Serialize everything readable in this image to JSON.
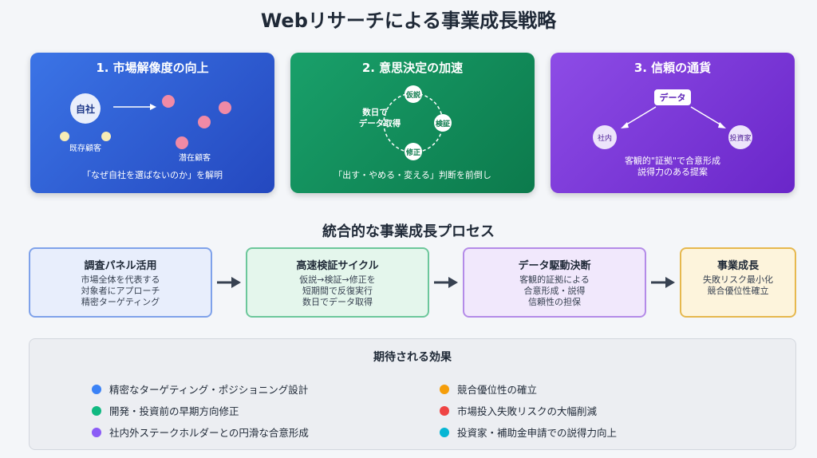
{
  "title": "Webリサーチによる事業成長戦略",
  "cards": [
    {
      "heading": "1. 市場解像度の向上",
      "center_label": "自社",
      "existing_label": "既存顧客",
      "potential_label": "潜在顧客",
      "caption": "「なぜ自社を選ばないのか」を解明"
    },
    {
      "heading": "2. 意思決定の加速",
      "center_label_1": "数日で",
      "center_label_2": "データ取得",
      "node_top": "仮説",
      "node_right": "検証",
      "node_bottom": "修正",
      "caption": "「出す・やめる・変える」判断を前倒し"
    },
    {
      "heading": "3. 信頼の通貨",
      "data_label": "データ",
      "left_label": "社内",
      "right_label": "投資家",
      "caption_1": "客観的\"証拠\"で合意形成",
      "caption_2": "説得力のある提案"
    }
  ],
  "process": {
    "title": "統合的な事業成長プロセス",
    "steps": [
      {
        "heading": "調査パネル活用",
        "lines": [
          "市場全体を代表する",
          "対象者にアプローチ",
          "精密ターゲティング"
        ]
      },
      {
        "heading": "高速検証サイクル",
        "lines": [
          "仮説→検証→修正を",
          "短期間で反復実行",
          "数日でデータ取得"
        ]
      },
      {
        "heading": "データ駆動決断",
        "lines": [
          "客観的証拠による",
          "合意形成・説得",
          "信頼性の担保"
        ]
      },
      {
        "heading": "事業成長",
        "lines": [
          "失敗リスク最小化",
          "競合優位性確立"
        ]
      }
    ]
  },
  "effects": {
    "title": "期待される効果",
    "items": [
      {
        "text": "精密なターゲティング・ポジショニング設計",
        "color": "#3b82f6"
      },
      {
        "text": "競合優位性の確立",
        "color": "#f59e0b"
      },
      {
        "text": "開発・投資前の早期方向修正",
        "color": "#10b981"
      },
      {
        "text": "市場投入失敗リスクの大幅削減",
        "color": "#ef4444"
      },
      {
        "text": "社内外ステークホルダーとの円滑な合意形成",
        "color": "#8b5cf6"
      },
      {
        "text": "投資家・補助金申請での説得力向上",
        "color": "#06b6d4"
      }
    ]
  }
}
